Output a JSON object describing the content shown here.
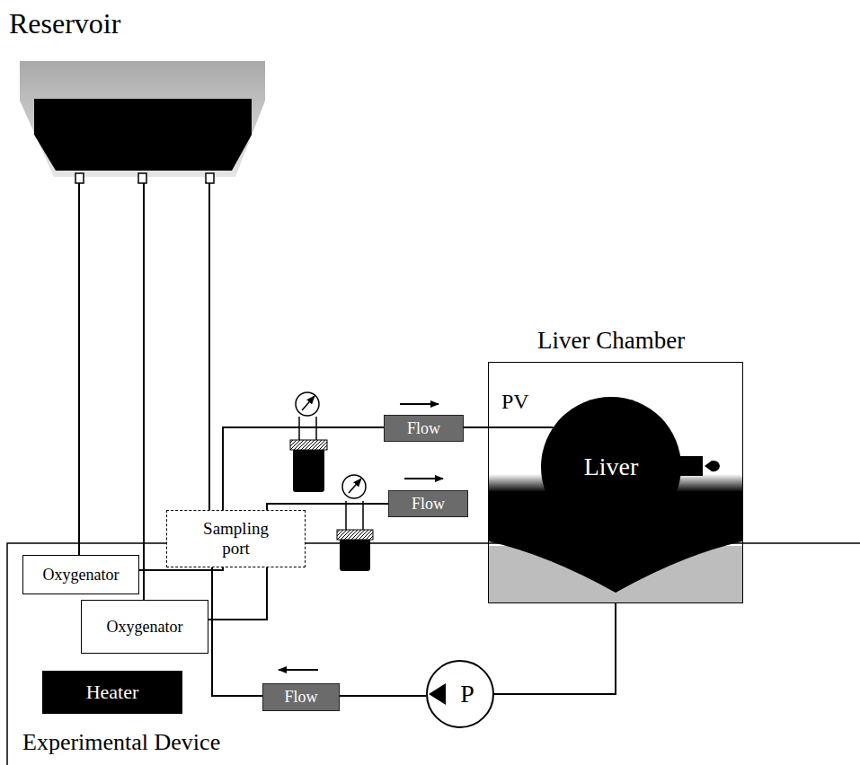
{
  "diagram": {
    "nodes": [
      {
        "text": [
          "Reservoir"
        ]
      },
      {
        "text": [
          "Liver Chamber"
        ]
      },
      {
        "text": [
          "Liver"
        ],
        "in": 1
      },
      {
        "text": [
          "Flow"
        ]
      },
      {
        "text": [
          "Flow"
        ]
      },
      {
        "text": [
          "Sampling port"
        ]
      },
      {
        "text": [
          "Oxygenator"
        ]
      },
      {
        "text": [
          "Oxygenator"
        ]
      },
      {
        "text": [
          "Heater"
        ]
      },
      {
        "text": [
          "Flow"
        ]
      },
      {
        "text": [
          "P"
        ]
      }
    ],
    "edges": [
      {
        "from": 0,
        "to": 6,
        "arrow": "none"
      },
      {
        "from": 0,
        "to": 7,
        "arrow": "none"
      },
      {
        "from": 0,
        "to": 5,
        "arrow": "none"
      },
      {
        "from": 6,
        "to": 3,
        "arrow": "none"
      },
      {
        "from": 3,
        "to": 2,
        "label": "PV",
        "arrow": "none"
      },
      {
        "from": 7,
        "to": 4,
        "arrow": "none"
      },
      {
        "from": 1,
        "to": 10,
        "arrow": "none"
      },
      {
        "from": 10,
        "to": 9,
        "arrow": "none"
      },
      {
        "from": 9,
        "to": 5,
        "arrow": "none"
      }
    ],
    "labels": [
      "Experimental Device"
    ]
  }
}
